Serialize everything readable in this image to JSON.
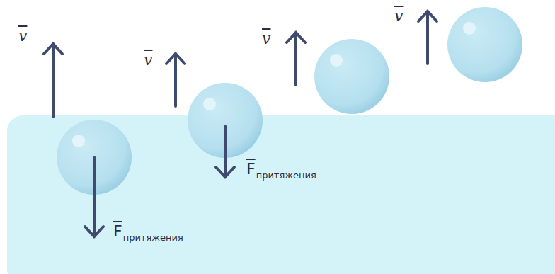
{
  "diagram": {
    "labels": [
      "v",
      "v",
      "v",
      "v",
      "F",
      "притяжения",
      "F",
      "притяжения"
    ]
  }
}
